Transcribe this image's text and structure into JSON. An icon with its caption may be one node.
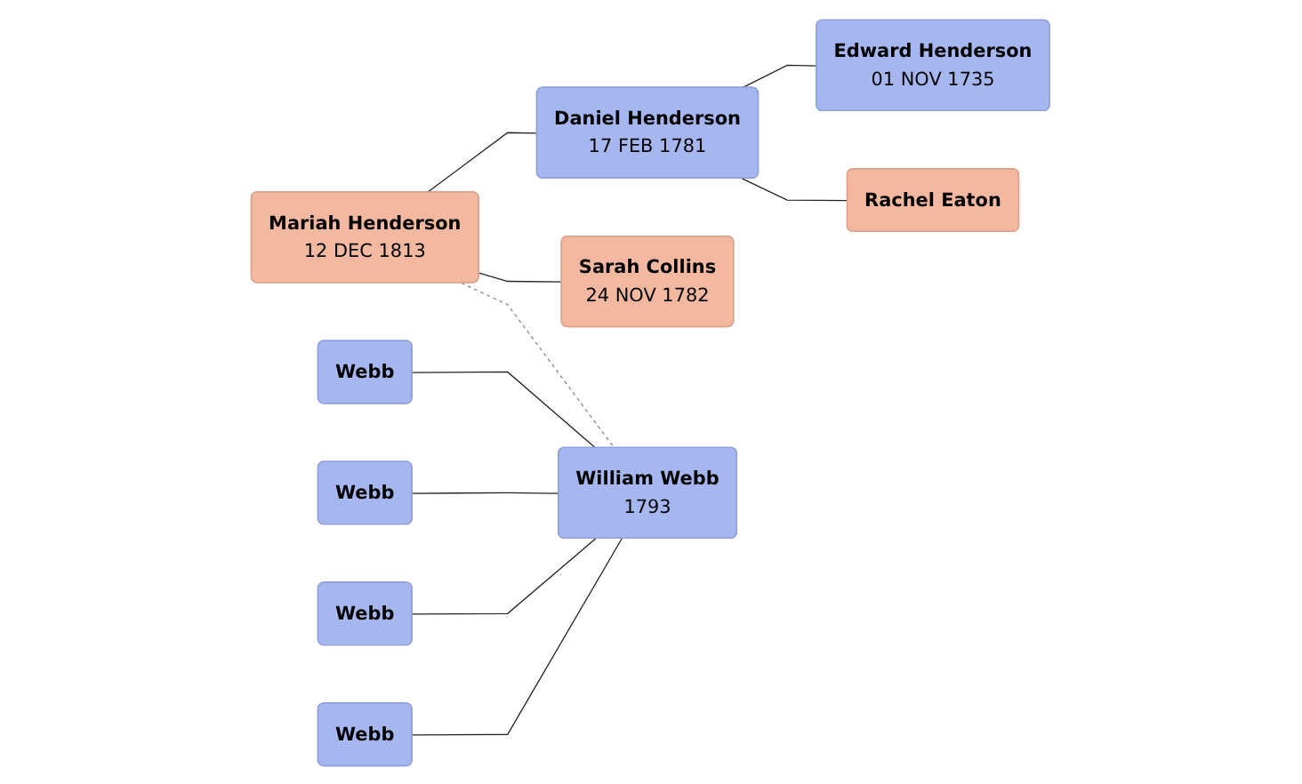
{
  "diagram": {
    "nodes": [
      {
        "text": [
          "Mariah Henderson",
          "12 DEC 1813"
        ]
      },
      {
        "text": [
          "Daniel Henderson",
          "17 FEB 1781"
        ]
      },
      {
        "text": [
          "Edward Henderson",
          "01 NOV 1735"
        ]
      },
      {
        "text": [
          "Rachel Eaton"
        ]
      },
      {
        "text": [
          "Sarah Collins",
          "24 NOV 1782"
        ]
      },
      {
        "text": [
          "Webb"
        ]
      },
      {
        "text": [
          "Webb"
        ]
      },
      {
        "text": [
          "Webb"
        ]
      },
      {
        "text": [
          "Webb"
        ]
      },
      {
        "text": [
          "William Webb",
          "1793"
        ]
      }
    ],
    "edges": [
      {
        "from": 0,
        "to": 1,
        "arrow": "none"
      },
      {
        "from": 0,
        "to": 4,
        "arrow": "none"
      },
      {
        "from": 1,
        "to": 2,
        "arrow": "none"
      },
      {
        "from": 1,
        "to": 3,
        "arrow": "none"
      },
      {
        "from": 0,
        "to": 9,
        "arrow": "none",
        "style": "dashed",
        "color": "#888888"
      },
      {
        "from": 5,
        "to": 9,
        "arrow": "none"
      },
      {
        "from": 6,
        "to": 9,
        "arrow": "none"
      },
      {
        "from": 7,
        "to": 9,
        "arrow": "none"
      },
      {
        "from": 8,
        "to": 9,
        "arrow": "none"
      }
    ]
  }
}
